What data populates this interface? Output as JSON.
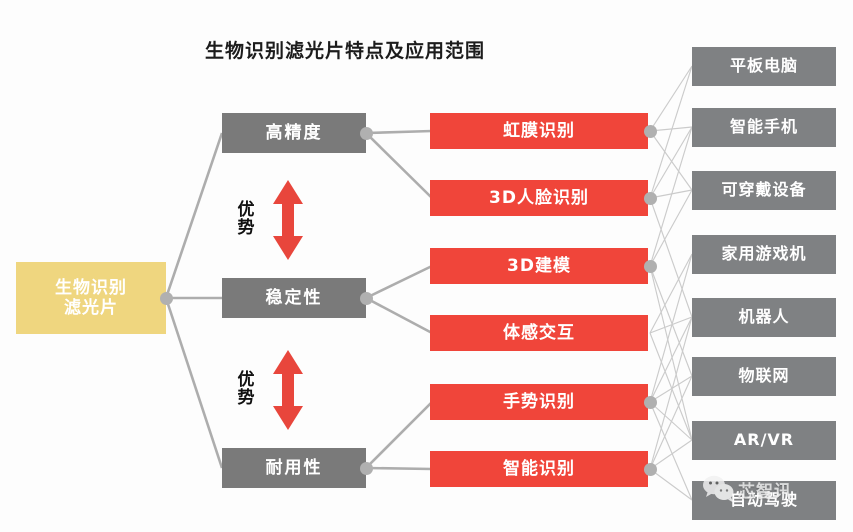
{
  "title": "生物识别滤光片特点及应用范围",
  "root": {
    "line1": "生物识别",
    "line2": "滤光片"
  },
  "features": [
    {
      "label": "高精度"
    },
    {
      "label": "稳定性"
    },
    {
      "label": "耐用性"
    }
  ],
  "advantage_markers": [
    {
      "label": "优势",
      "arrow": "double-arrow-vertical"
    },
    {
      "label": "优势",
      "arrow": "double-arrow-vertical"
    }
  ],
  "applications": [
    {
      "label": "虹膜识别"
    },
    {
      "label": "3D人脸识别"
    },
    {
      "label": "3D建模"
    },
    {
      "label": "体感交互"
    },
    {
      "label": "手势识别"
    },
    {
      "label": "智能识别"
    }
  ],
  "devices": [
    {
      "label": "平板电脑"
    },
    {
      "label": "智能手机"
    },
    {
      "label": "可穿戴设备"
    },
    {
      "label": "家用游戏机"
    },
    {
      "label": "机器人"
    },
    {
      "label": "物联网"
    },
    {
      "label": "AR/VR"
    },
    {
      "label": "自动驾驶"
    }
  ],
  "watermark": {
    "text": "芯智讯",
    "icon": "wechat-icon"
  },
  "colors": {
    "root_box": "#efd67f",
    "feature_box": "#7a7a7a",
    "application_box": "#f0453a",
    "device_box": "#7f8183",
    "connector": "#a9a9a9",
    "arrow": "#e8463c",
    "background": "#fdfdfd",
    "title_text": "#1c1c1c"
  }
}
